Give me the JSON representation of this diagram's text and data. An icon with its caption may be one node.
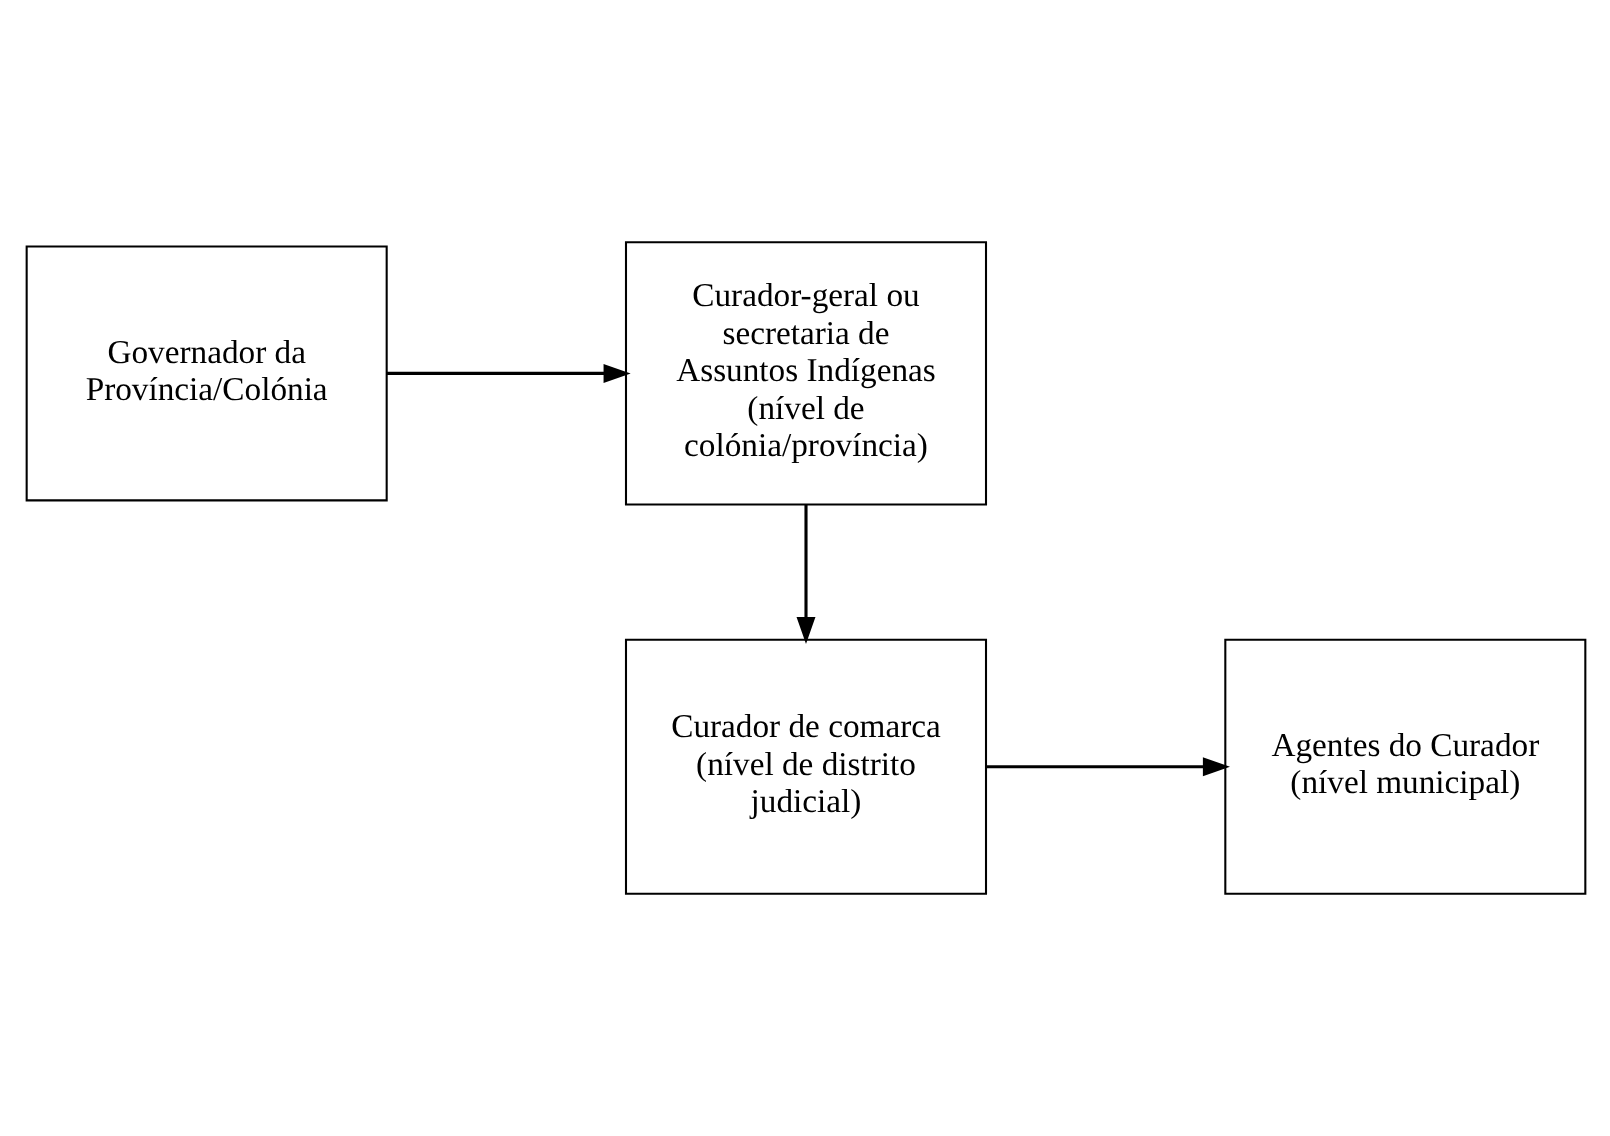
{
  "diagram": {
    "nodes": [
      {
        "text": [
          "Governador da Província/Colónia"
        ]
      },
      {
        "text": [
          "Curador-geral ou secretaria de Assuntos Indígenas (nível de colónia/província)"
        ]
      },
      {
        "text": [
          "Curador de comarca (nível de distrito judicial)"
        ]
      },
      {
        "text": [
          "Agentes do Curador (nível municipal)"
        ]
      }
    ],
    "edges": [
      {
        "from": 0,
        "to": 1,
        "arrow": "to"
      },
      {
        "from": 1,
        "to": 2,
        "arrow": "to"
      },
      {
        "from": 2,
        "to": 3,
        "arrow": "to"
      }
    ]
  }
}
